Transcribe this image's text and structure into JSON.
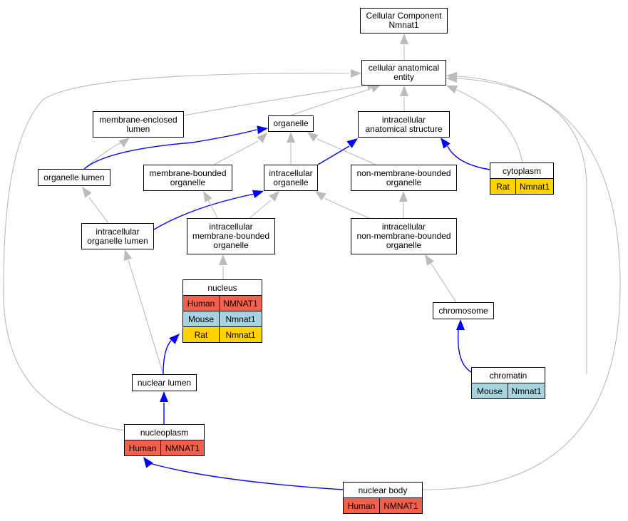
{
  "colors": {
    "gray_edge": "#bbbbbb",
    "blue_edge": "#0000ff",
    "Human": "#f4604b",
    "Mouse": "#a7d3e0",
    "Rat": "#ffd200"
  },
  "nodes": {
    "root": "Cellular Component\nNmnat1",
    "cae": "cellular anatomical\nentity",
    "mel": "membrane-enclosed\nlumen",
    "org": "organelle",
    "ias": "intracellular\nanatomical structure",
    "orgl": "organelle lumen",
    "mbo": "membrane-bounded\norganelle",
    "io": "intracellular\norganelle",
    "nmbo": "non-membrane-bounded\norganelle",
    "iol": "intracellular\norganelle lumen",
    "imbo": "intracellular\nmembrane-bounded\norganelle",
    "inmbo": "intracellular\nnon-membrane-bounded\norganelle",
    "chrom": "chromosome",
    "nlum": "nuclear lumen"
  },
  "gene_nodes": {
    "cytoplasm": {
      "label": "cytoplasm",
      "rows": [
        {
          "species": "Rat",
          "gene": "Nmnat1"
        }
      ]
    },
    "nucleus": {
      "label": "nucleus",
      "rows": [
        {
          "species": "Human",
          "gene": "NMNAT1"
        },
        {
          "species": "Mouse",
          "gene": "Nmnat1"
        },
        {
          "species": "Rat",
          "gene": "Nmnat1"
        }
      ]
    },
    "chromatin": {
      "label": "chromatin",
      "rows": [
        {
          "species": "Mouse",
          "gene": "Nmnat1"
        }
      ]
    },
    "nucleoplasm": {
      "label": "nucleoplasm",
      "rows": [
        {
          "species": "Human",
          "gene": "NMNAT1"
        }
      ]
    },
    "nbody": {
      "label": "nuclear body",
      "rows": [
        {
          "species": "Human",
          "gene": "NMNAT1"
        }
      ]
    }
  }
}
